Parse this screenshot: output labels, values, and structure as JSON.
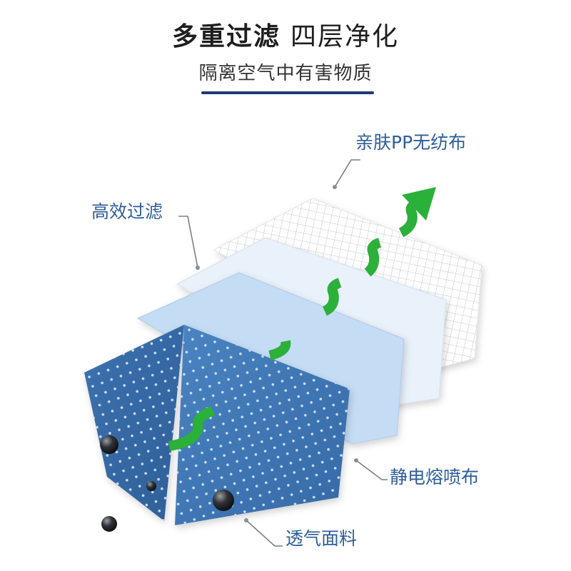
{
  "header": {
    "title_part1": "多重过滤",
    "title_part2": "四层净化",
    "subtitle": "隔离空气中有害物质"
  },
  "layers": {
    "pp": "亲肤PP无纺布",
    "filter": "高效过滤",
    "meltblown": "静电熔喷布",
    "fabric": "透气面料"
  },
  "colors": {
    "accent": "#1f3a73",
    "label_blue": "#2d5e99",
    "arrow_green": "#2bb03a",
    "fabric_blue": "#3f78b4"
  }
}
